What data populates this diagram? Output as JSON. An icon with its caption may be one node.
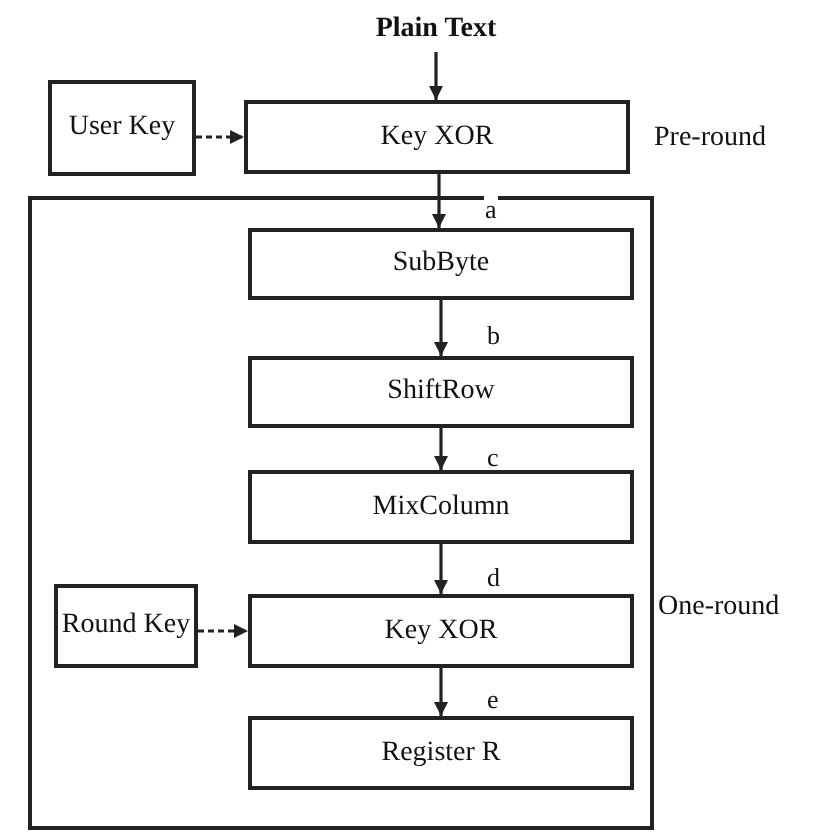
{
  "diagram": {
    "nodes": [
      {
        "text": [
          "Plain Text"
        ]
      },
      {
        "text": [
          "User Key"
        ]
      },
      {
        "text": [
          "Key XOR"
        ],
        "beside": [
          "Pre-round"
        ]
      },
      {
        "text": [
          "One-round"
        ]
      },
      {
        "text": [
          "SubByte"
        ],
        "in": 3
      },
      {
        "text": [
          "ShiftRow"
        ],
        "in": 3
      },
      {
        "text": [
          "MixColumn"
        ],
        "in": 3
      },
      {
        "text": [
          "Round Key"
        ],
        "in": 3
      },
      {
        "text": [
          "Key XOR"
        ],
        "in": 3
      },
      {
        "text": [
          "Register R"
        ],
        "in": 3
      }
    ],
    "edges": [
      {
        "from": 0,
        "to": 2,
        "arrow": "to"
      },
      {
        "from": 1,
        "to": 2,
        "arrow": "to",
        "style": "dashed"
      },
      {
        "from": 2,
        "to": 4,
        "arrow": "to",
        "label": "a"
      },
      {
        "from": 4,
        "to": 5,
        "arrow": "to",
        "label": "b"
      },
      {
        "from": 5,
        "to": 6,
        "arrow": "to",
        "label": "c"
      },
      {
        "from": 6,
        "to": 8,
        "arrow": "to",
        "label": "d"
      },
      {
        "from": 7,
        "to": 8,
        "arrow": "to",
        "style": "dashed"
      },
      {
        "from": 8,
        "to": 9,
        "arrow": "to",
        "label": "e"
      }
    ]
  }
}
